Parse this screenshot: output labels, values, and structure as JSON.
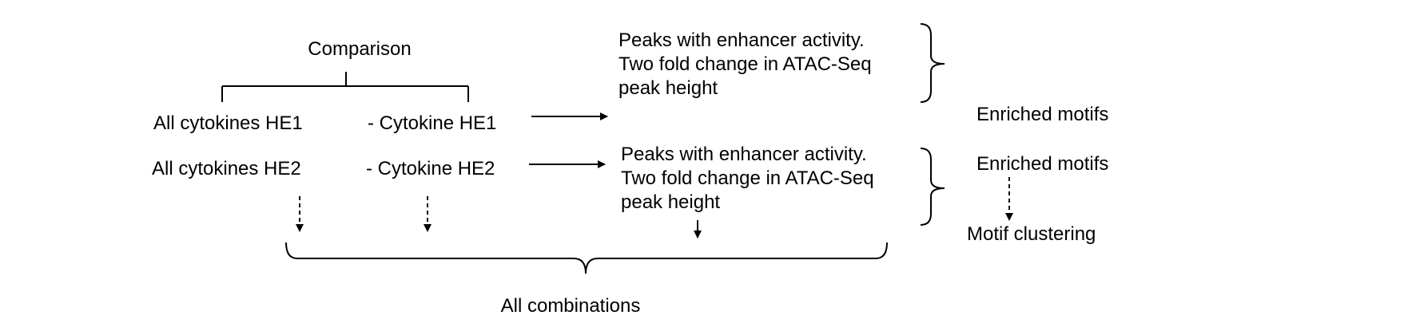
{
  "labels": {
    "comparison": "Comparison",
    "all_cytokines_he1": "All cytokines HE1",
    "minus_cytokine_he1": "- Cytokine HE1",
    "all_cytokines_he2": "All cytokines HE2",
    "minus_cytokine_he2": "- Cytokine HE2",
    "peaks_top": "Peaks with enhancer activity. Two fold change in ATAC-Seq peak height",
    "peaks_bottom": "Peaks with enhancer activity. Two fold change in ATAC-Seq peak height",
    "enriched_motifs_top": "Enriched motifs",
    "enriched_motifs_bottom": "Enriched motifs",
    "motif_clustering": "Motif clustering",
    "all_combinations": "All combinations"
  }
}
